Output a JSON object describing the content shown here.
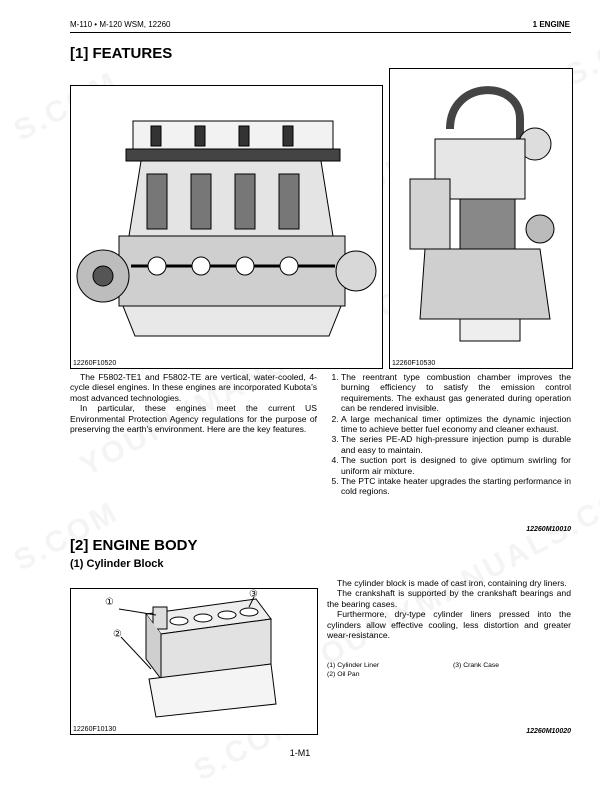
{
  "header": {
    "left": "M-110 • M-120 WSM, 12260",
    "right": "1 ENGINE"
  },
  "features": {
    "title": "[1] FEATURES",
    "fig_left_caption": "12260F10520",
    "fig_right_caption": "12260F10530",
    "para1": "The F5802-TE1 and F5802-TE are vertical, water-cooled, 4-cycle diesel engines. In these engines are incorporated Kubota’s most advanced technologies.",
    "para2": "In particular, these engines meet the current US Environmental Protection Agency regulations for the purpose of preserving the earth’s environment. Here are the key features.",
    "items": [
      "The reentrant type combustion chamber improves the burning efficiency to satisfy the emission control requirements. The exhaust gas generated during operation can be rendered invisible.",
      "A large mechanical timer optimizes the dynamic injection time to achieve better fuel economy and cleaner exhaust.",
      "The series PE-AD high-pressure injection pump is durable and easy to maintain.",
      "The suction port is designed to give optimum swirling for uniform air mixture.",
      "The PTC intake heater upgrades the starting performance in cold regions."
    ],
    "ref": "12260M10010"
  },
  "engine_body": {
    "title": "[2] ENGINE BODY",
    "subtitle": "(1) Cylinder Block",
    "fig_caption": "12260F10130",
    "callouts": [
      "①",
      "②",
      "③"
    ],
    "para1": "The cylinder block is made of cast iron, containing dry liners.",
    "para2": "The crankshaft is supported by the crankshaft bearings and the bearing cases.",
    "para3": "Furthermore, dry-type cylinder liners pressed into the cylinders allow effective cooling, less distortion and greater wear-resistance.",
    "parts": [
      "(1) Cylinder Liner",
      "(2) Oil Pan",
      "(3) Crank Case"
    ],
    "ref": "12260M10020"
  },
  "footer": {
    "page": "1-M1"
  },
  "watermark": {
    "text": "YOUFIXMANUALS.COM",
    "fragment": "S.COM"
  }
}
